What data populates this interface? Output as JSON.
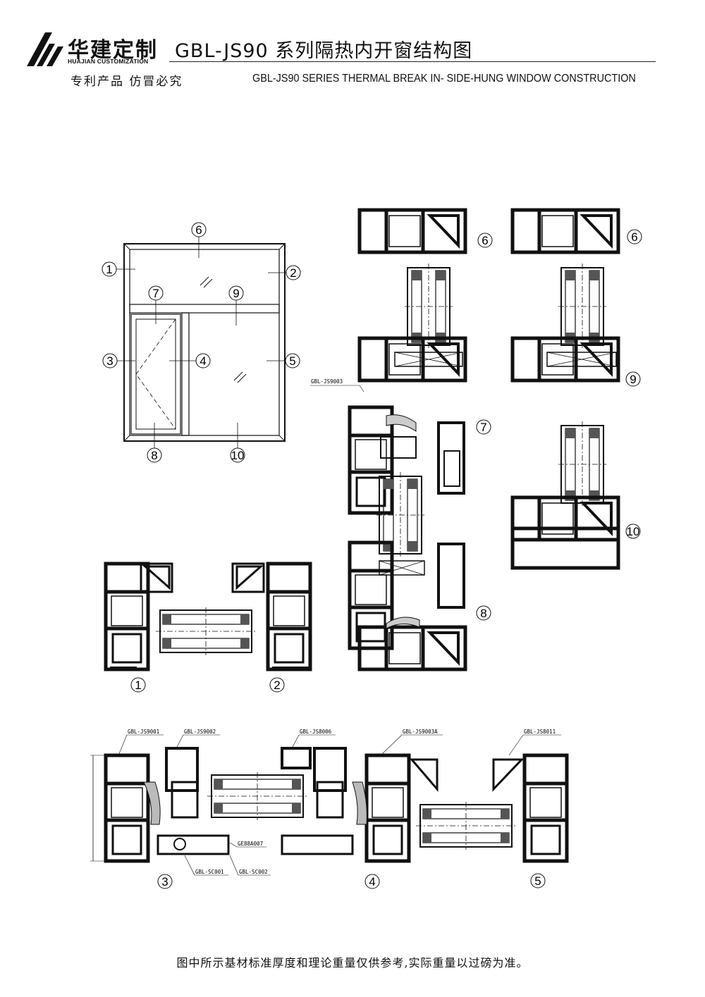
{
  "header": {
    "logo_cn": "华建定制",
    "logo_en": "HUAJIAN CUSTOMIZATION",
    "title": "GBL-JS90 系列隔热内开窗结构图",
    "subtitle_cn": "专利产品    仿冒必究",
    "subtitle_en": "GBL-JS90 SERIES   THERMAL BREAK IN- SIDE-HUNG WINDOW CONSTRUCTION"
  },
  "elevation_labels": [
    "1",
    "2",
    "3",
    "4",
    "5",
    "6",
    "7",
    "8",
    "9",
    "10"
  ],
  "section_labels": {
    "s1": "1",
    "s2": "2",
    "s3": "3",
    "s4": "4",
    "s5": "5",
    "s6a": "6",
    "s6b": "6",
    "s7": "7",
    "s8": "8",
    "s9": "9",
    "s10": "10"
  },
  "profile_codes": {
    "js9003": "GBL-JS9003",
    "js9001": "GBL-JS9001",
    "js9002": "GBL-JS9002",
    "js8006": "GBL-JS8006",
    "js9003a": "GBL-JS9003A",
    "js8011": "GBL-JS8011",
    "ge88a007": "GE88A007",
    "sc001": "GBL-SC001",
    "sc002": "GBL-SC002"
  },
  "footer": "图中所示基材标准厚度和理论重量仅供参考,实际重量以过磅为准。"
}
